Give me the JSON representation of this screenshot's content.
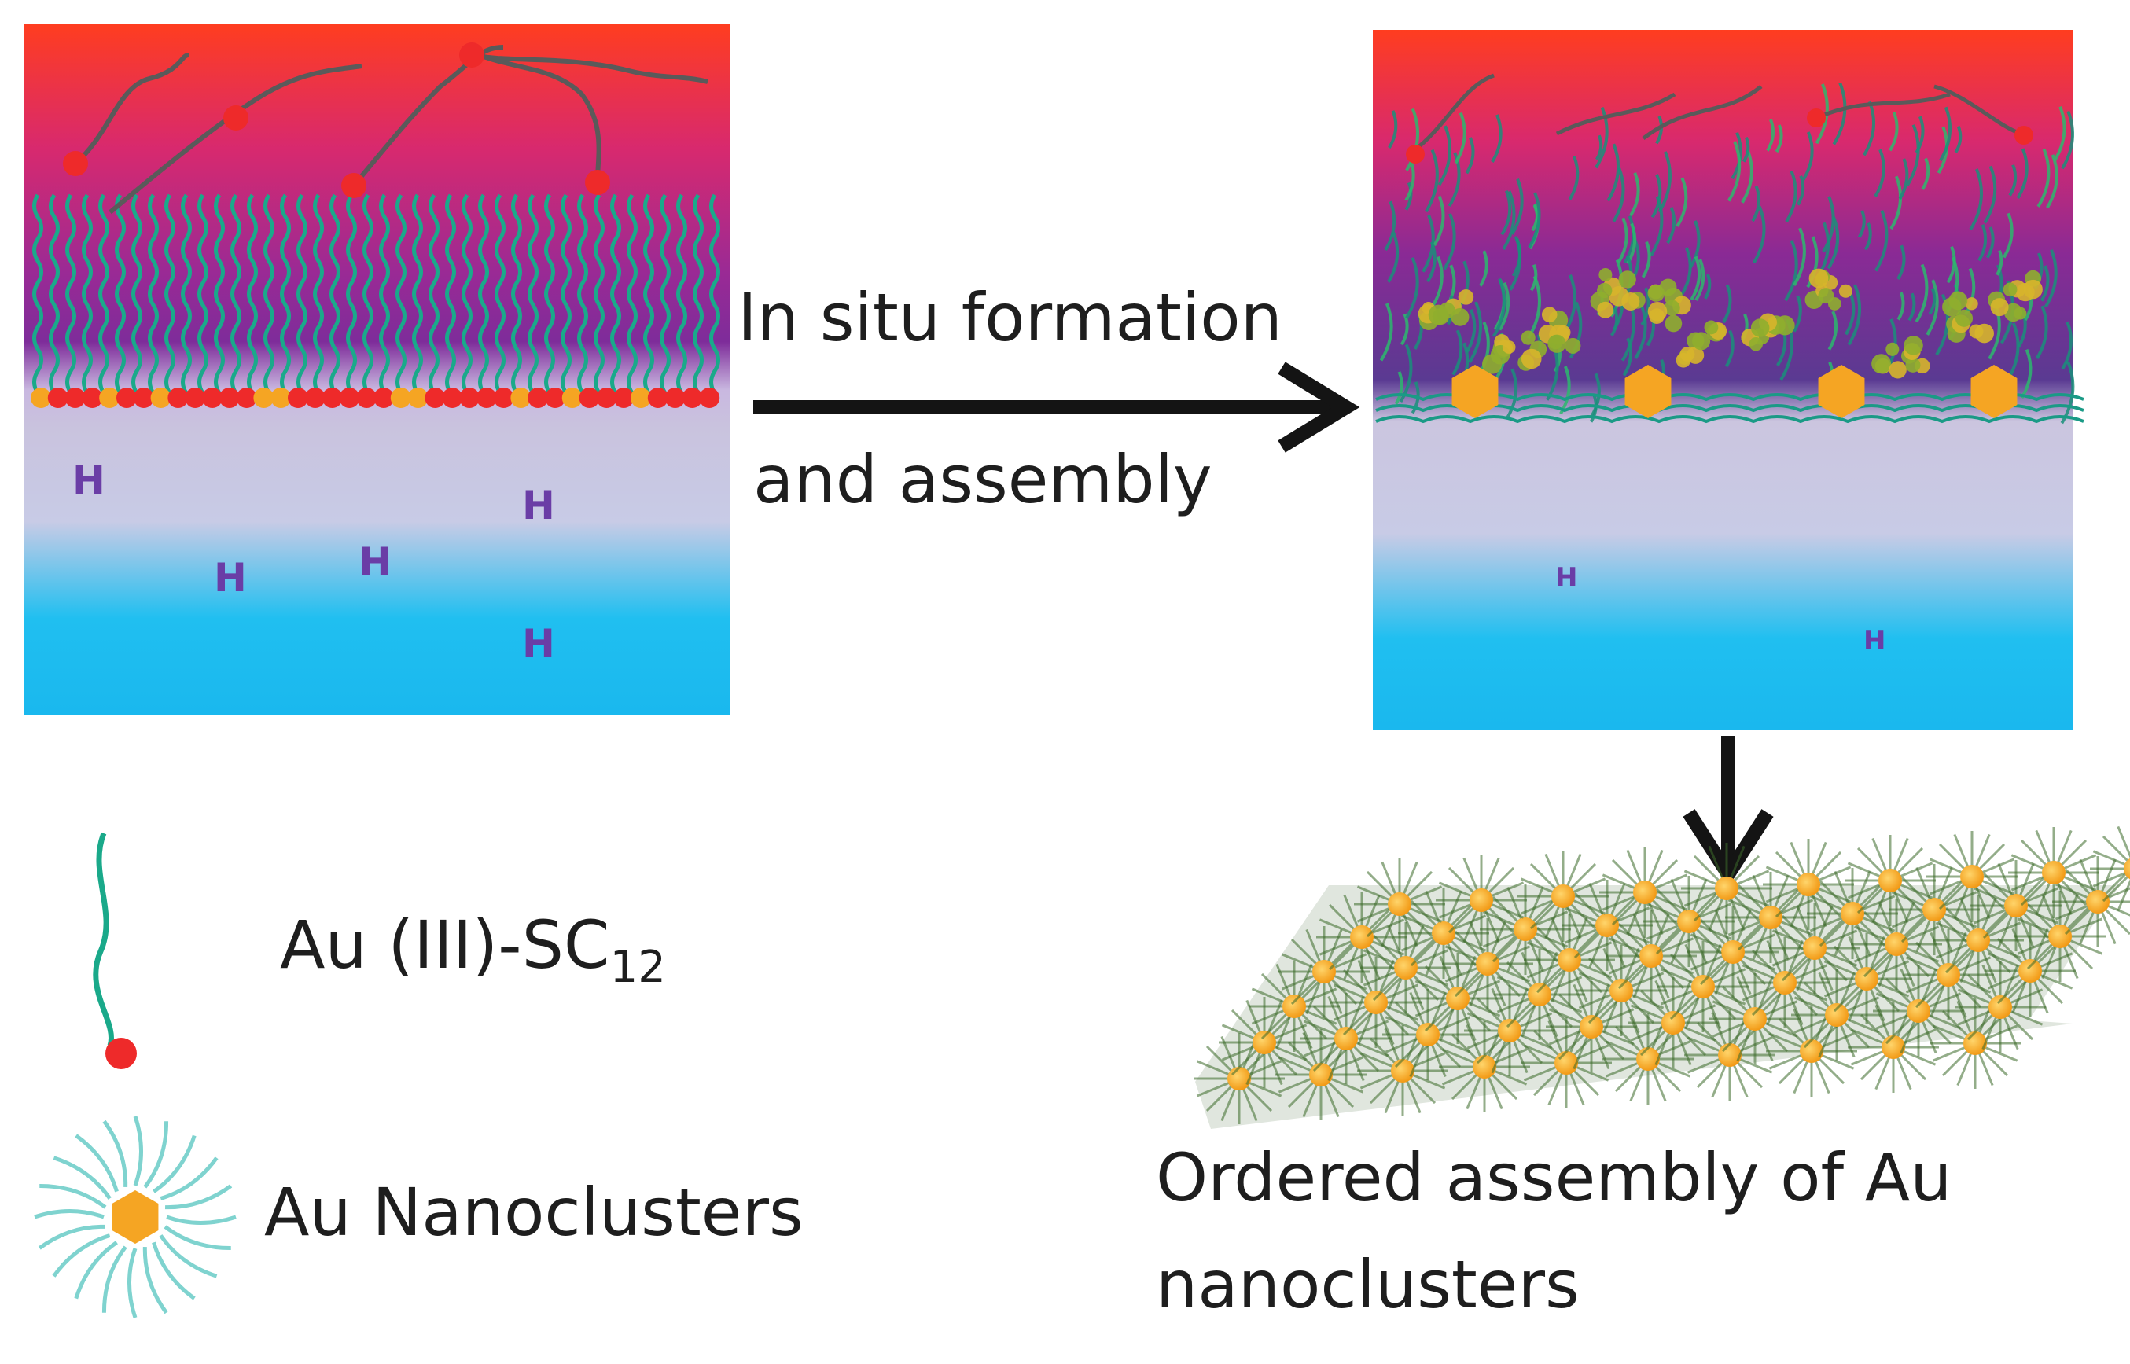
{
  "labels": {
    "step_line1": "In situ  formation",
    "step_line2": "and assembly",
    "legend_thiolate": "Au (III)-SC",
    "legend_thiolate_sub": "12",
    "legend_nanocluster": "Au Nanoclusters",
    "result_line1": "Ordered assembly of Au",
    "result_line2": "nanoclusters",
    "ion_symbol": "H"
  },
  "colors": {
    "oil_top": "#ff3d1f",
    "oil_mid": "#9a2a95",
    "interface": "#c9c3de",
    "water": "#20bff0",
    "ligand": "#1aa98a",
    "head_group": "#ee2a2a",
    "gold_core": "#f5a523",
    "assembly_green": "#3c6b2a",
    "ion": "#6a3da6",
    "arrow": "#141414"
  }
}
